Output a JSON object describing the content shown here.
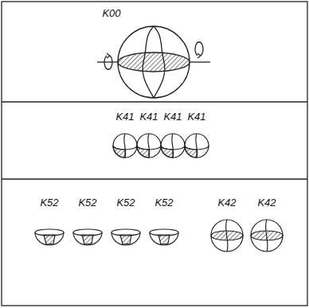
{
  "diagram": {
    "labels": [
      "K00",
      "K41",
      "K41",
      "K41",
      "K41",
      "K52",
      "K52",
      "K52",
      "K52",
      "K42",
      "K42"
    ]
  }
}
